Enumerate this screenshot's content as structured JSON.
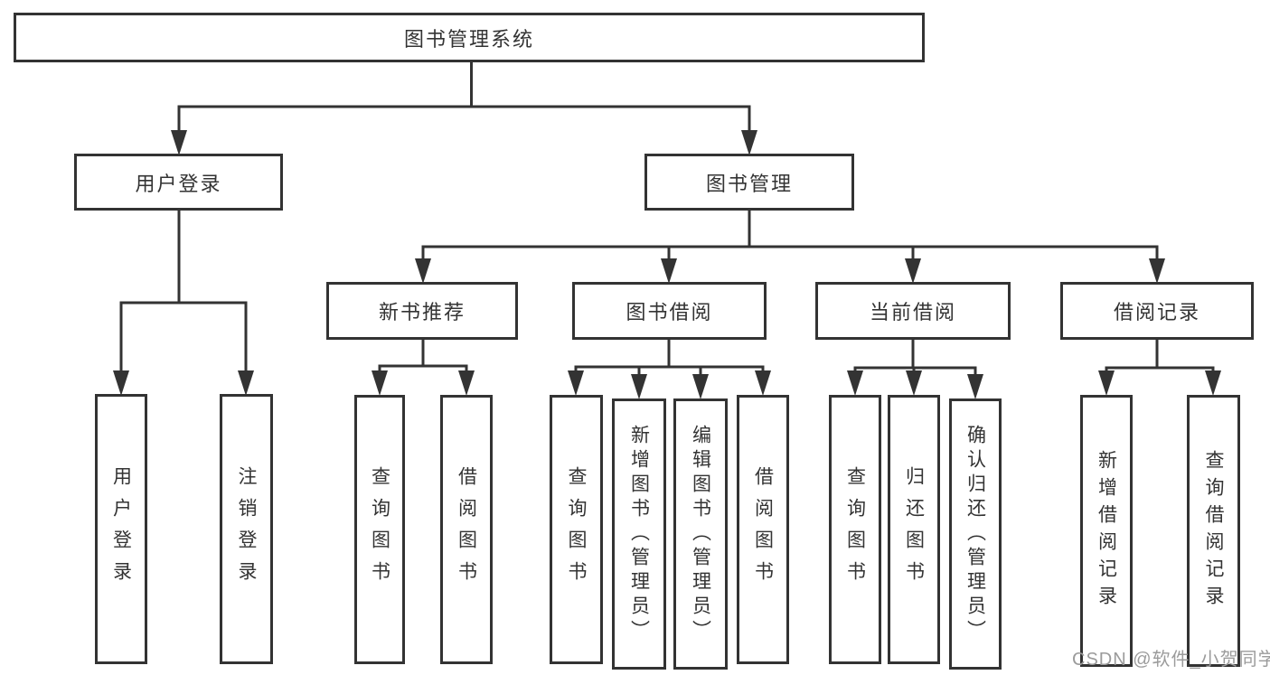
{
  "tree": {
    "root": {
      "label": "图书管理系统"
    },
    "level2": [
      {
        "label": "用户登录"
      },
      {
        "label": "图书管理"
      }
    ],
    "level3": [
      {
        "label": "新书推荐",
        "parent": "图书管理"
      },
      {
        "label": "图书借阅",
        "parent": "图书管理"
      },
      {
        "label": "当前借阅",
        "parent": "图书管理"
      },
      {
        "label": "借阅记录",
        "parent": "图书管理"
      }
    ],
    "leaves": [
      {
        "label": "用户登录",
        "parent": "用户登录"
      },
      {
        "label": "注销登录",
        "parent": "用户登录"
      },
      {
        "label": "查询图书",
        "parent": "新书推荐"
      },
      {
        "label": "借阅图书",
        "parent": "新书推荐"
      },
      {
        "label": "查询图书",
        "parent": "图书借阅"
      },
      {
        "label": "新增图书（管理员）",
        "parent": "图书借阅"
      },
      {
        "label": "编辑图书（管理员）",
        "parent": "图书借阅"
      },
      {
        "label": "借阅图书",
        "parent": "图书借阅"
      },
      {
        "label": "查询图书",
        "parent": "当前借阅"
      },
      {
        "label": "归还图书",
        "parent": "当前借阅"
      },
      {
        "label": "确认归还（管理员）",
        "parent": "当前借阅"
      },
      {
        "label": "新增借阅记录",
        "parent": "借阅记录"
      },
      {
        "label": "查询借阅记录",
        "parent": "借阅记录"
      }
    ]
  },
  "watermark": {
    "text": "CSDN @软件_小贺同学"
  },
  "colors": {
    "line": "#333333",
    "text": "#333333",
    "watermark": "#9b9b9b",
    "background": "#ffffff"
  }
}
